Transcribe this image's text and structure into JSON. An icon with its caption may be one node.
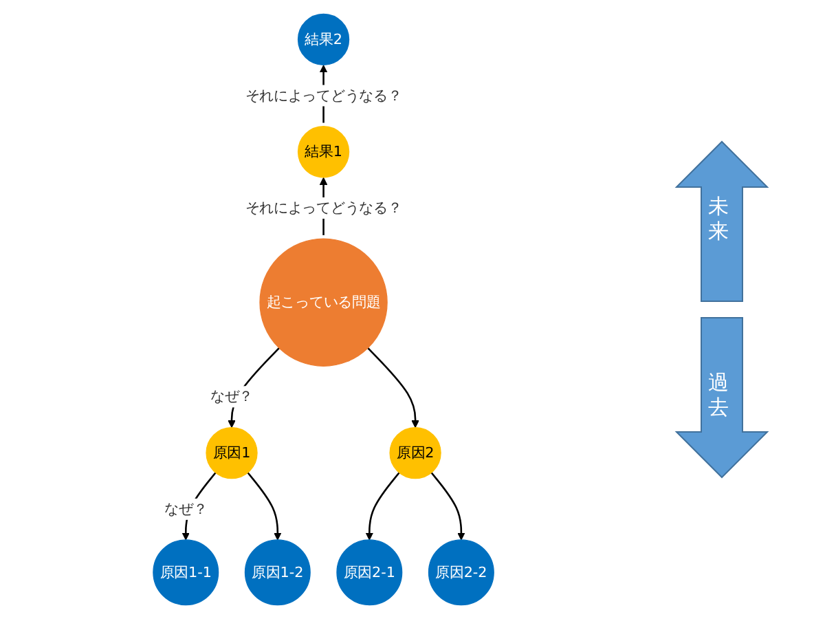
{
  "diagram": {
    "nodes": [
      {
        "text": [
          "結果2"
        ]
      },
      {
        "text": [
          "結果1"
        ]
      },
      {
        "text": [
          "起こっている問題"
        ]
      },
      {
        "text": [
          "原因1"
        ]
      },
      {
        "text": [
          "原因2"
        ]
      },
      {
        "text": [
          "原因1-1"
        ]
      },
      {
        "text": [
          "原因1-2"
        ]
      },
      {
        "text": [
          "原因2-1"
        ]
      },
      {
        "text": [
          "原因2-2"
        ]
      }
    ],
    "edges": [
      {
        "from": 1,
        "to": 0,
        "arrow": "to",
        "label": "それによってどうなる？"
      },
      {
        "from": 2,
        "to": 1,
        "arrow": "to",
        "label": "それによってどうなる？"
      },
      {
        "from": 2,
        "to": 3,
        "arrow": "to",
        "label": "なぜ？"
      },
      {
        "from": 2,
        "to": 4,
        "arrow": "to"
      },
      {
        "from": 3,
        "to": 5,
        "arrow": "to",
        "label": "なぜ？"
      },
      {
        "from": 3,
        "to": 6,
        "arrow": "to"
      },
      {
        "from": 4,
        "to": 7,
        "arrow": "to"
      },
      {
        "from": 4,
        "to": 8,
        "arrow": "to"
      }
    ],
    "labels": [
      "未来",
      "過去"
    ]
  }
}
